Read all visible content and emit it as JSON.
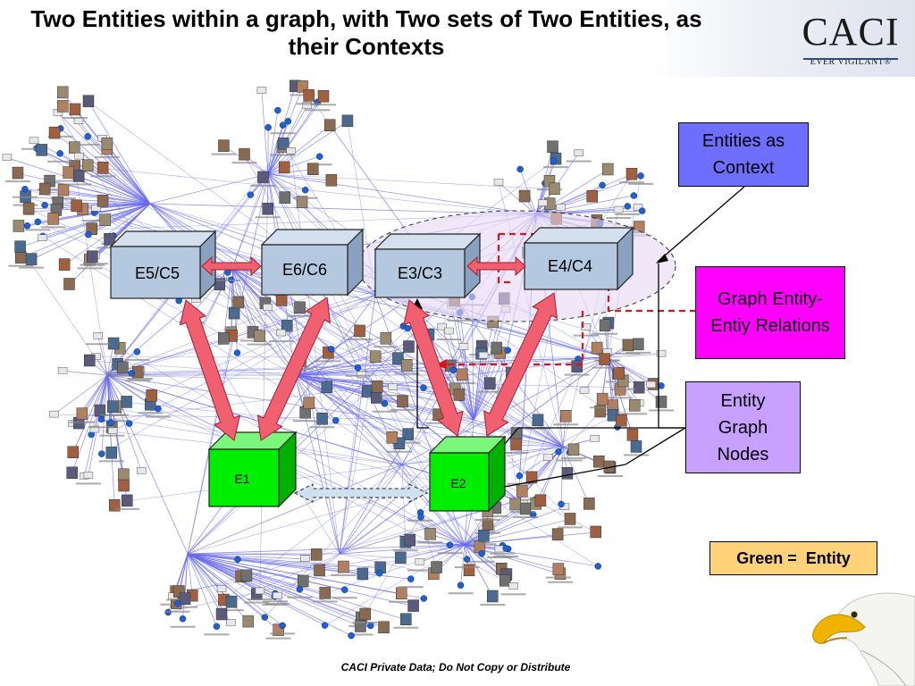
{
  "title": "Two Entities within a graph, with Two sets of Two Entities, as their Contexts",
  "logo": {
    "name": "CACI",
    "tagline": "EVER VIGILANT®"
  },
  "entities": [
    {
      "id": "e1",
      "label": "E1"
    },
    {
      "id": "e2",
      "label": "E2"
    }
  ],
  "contexts": [
    {
      "id": "e5c5",
      "label": "E5/C5"
    },
    {
      "id": "e6c6",
      "label": "E6/C6"
    },
    {
      "id": "e3c3",
      "label": "E3/C3"
    },
    {
      "id": "e4c4",
      "label": "E4/C4"
    }
  ],
  "legend": {
    "entities_as_context": "Entities as Context",
    "graph_relations": "Graph Entity-Entiy Relations",
    "entity_graph_nodes": "Entity Graph Nodes",
    "green_entity": "Green =  Entity"
  },
  "colors": {
    "entity_green": "#00ee00",
    "context_blue": "#b4c8e0",
    "arrow_red": "#f06070",
    "box_blue": "#6f6fff",
    "box_magenta": "#ff00ff",
    "box_lavender": "#c8a0ff",
    "box_orange": "#ffd27a",
    "edge_color": "#6a6ae8"
  },
  "footer": "CACI Private Data; Do Not Copy or Distribute"
}
